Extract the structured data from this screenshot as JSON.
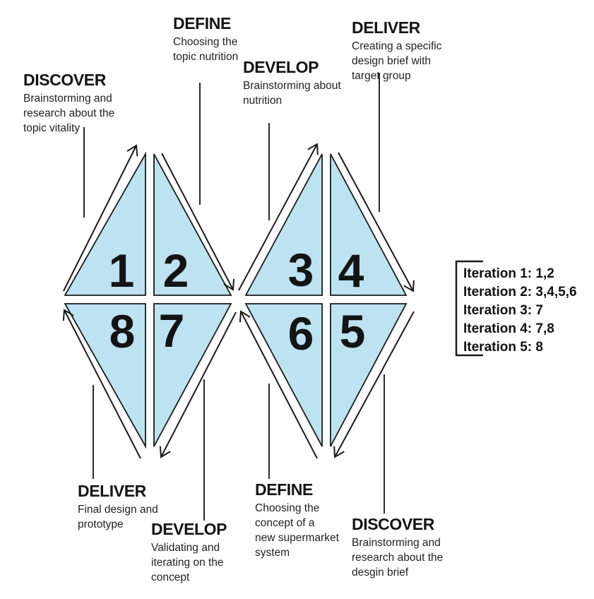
{
  "colors": {
    "triangle_fill": "#bde3f2",
    "line": "#1a1a1a",
    "text": "#141414"
  },
  "diagram": {
    "diamond_left": {
      "top_left": "1",
      "top_right": "2",
      "bottom_left": "8",
      "bottom_right": "7"
    },
    "diamond_right": {
      "top_left": "3",
      "top_right": "4",
      "bottom_left": "6",
      "bottom_right": "5"
    }
  },
  "labels": {
    "discover_top": {
      "title": "DISCOVER",
      "desc": "Brainstorming and\nresearch about the\ntopic vitality"
    },
    "define_top": {
      "title": "DEFINE",
      "desc": "Choosing the\ntopic nutrition"
    },
    "develop_top": {
      "title": "DEVELOP",
      "desc": "Brainstorming about\nnutrition"
    },
    "deliver_top": {
      "title": "DELIVER",
      "desc": "Creating a specific\ndesign brief with\ntarget group"
    },
    "deliver_bottom": {
      "title": "DELIVER",
      "desc": "Final design and\nprototype"
    },
    "develop_bottom": {
      "title": "DEVELOP",
      "desc": "Validating and\niterating on the\nconcept"
    },
    "define_bottom": {
      "title": "DEFINE",
      "desc": "Choosing the\nconcept of a\nnew supermarket\nsystem"
    },
    "discover_bottom": {
      "title": "DISCOVER",
      "desc": "Brainstorming and\nresearch about the\ndesgin brief"
    }
  },
  "legend": {
    "items": [
      "Iteration 1: 1,2",
      "Iteration 2: 3,4,5,6",
      "Iteration 3: 7",
      "Iteration 4: 7,8",
      "Iteration 5: 8"
    ]
  }
}
